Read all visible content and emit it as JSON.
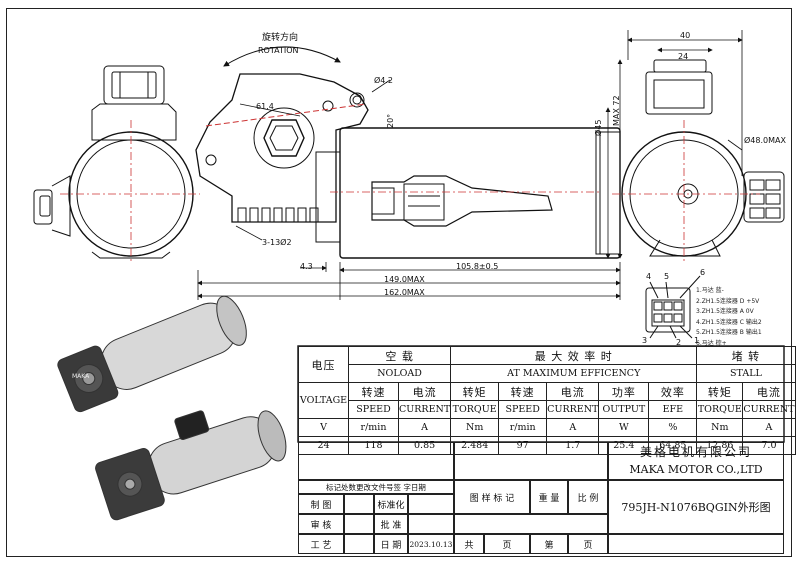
{
  "views": {
    "rotation_cn": "旋转方向",
    "rotation_en": "ROTATION",
    "dim_hole": "Ø4.2",
    "dim_angle": "20°",
    "dim_pcd": "61.4",
    "dim_holes": "3-13Ø2",
    "dim_4_3": "4.3",
    "dim_105": "105.8±0.5",
    "dim_149": "149.0MAX",
    "dim_162": "162.0MAX",
    "dim_d45": "Ø45",
    "dim_max72": "MAX 72",
    "dim_40": "40",
    "dim_24": "24",
    "dim_d48": "Ø48.0MAX",
    "conn_nums": [
      "4",
      "5",
      "6",
      "3",
      "2",
      "1"
    ],
    "legend": [
      "1.马达 蓝-",
      "2.ZH1.5连接器 D +5V",
      "3.ZH1.5连接器 A 0V",
      "4.ZH1.5连接器 C 输出2",
      "5.ZH1.5连接器 B 输出1",
      "6.马达 棕+"
    ],
    "photo_brand": "MAKA"
  },
  "spec_table": {
    "voltage_cn": "电压",
    "voltage_en": "VOLTAGE",
    "noload_cn": "空 载",
    "noload_en": "NOLOAD",
    "maxeff_cn": "最 大 效 率 时",
    "maxeff_en": "AT MAXIMUM EFFICENCY",
    "stall_cn": "堵 转",
    "stall_en": "STALL",
    "cols": [
      {
        "cn": "转速",
        "en": "SPEED",
        "unit": "r/min",
        "value": "118"
      },
      {
        "cn": "电流",
        "en": "CURRENT",
        "unit": "A",
        "value": "0.85"
      },
      {
        "cn": "转矩",
        "en": "TORQUE",
        "unit": "Nm",
        "value": "2.484"
      },
      {
        "cn": "转速",
        "en": "SPEED",
        "unit": "r/min",
        "value": "97"
      },
      {
        "cn": "电流",
        "en": "CURRENT",
        "unit": "A",
        "value": "1.7"
      },
      {
        "cn": "功率",
        "en": "OUTPUT",
        "unit": "W",
        "value": "25.4"
      },
      {
        "cn": "效率",
        "en": "EFE",
        "unit": "%",
        "value": "64.85"
      },
      {
        "cn": "转矩",
        "en": "TORQUE",
        "unit": "Nm",
        "value": "12.86"
      },
      {
        "cn": "电流",
        "en": "CURRENT",
        "unit": "A",
        "value": "7.0"
      }
    ],
    "voltage_unit": "V",
    "voltage_value": "24"
  },
  "title_block": {
    "company_cn": "美格电机有限公司",
    "company_en": "MAKA MOTOR CO.,LTD",
    "drawing_no": "795JH-N1076BQGIN外形图",
    "rev_header": "标记处数更改文件号签 字日期",
    "draw": "制 图",
    "check": "审 核",
    "craft": "工 艺",
    "standardize": "标准化",
    "approve": "批 准",
    "date_label": "日 期",
    "date_value": "2023.10.13",
    "mark": "图 样 标 记",
    "weight": "重 量",
    "scale": "比 例",
    "total": "共",
    "page": "页",
    "sheet": "第",
    "page2": "页"
  }
}
